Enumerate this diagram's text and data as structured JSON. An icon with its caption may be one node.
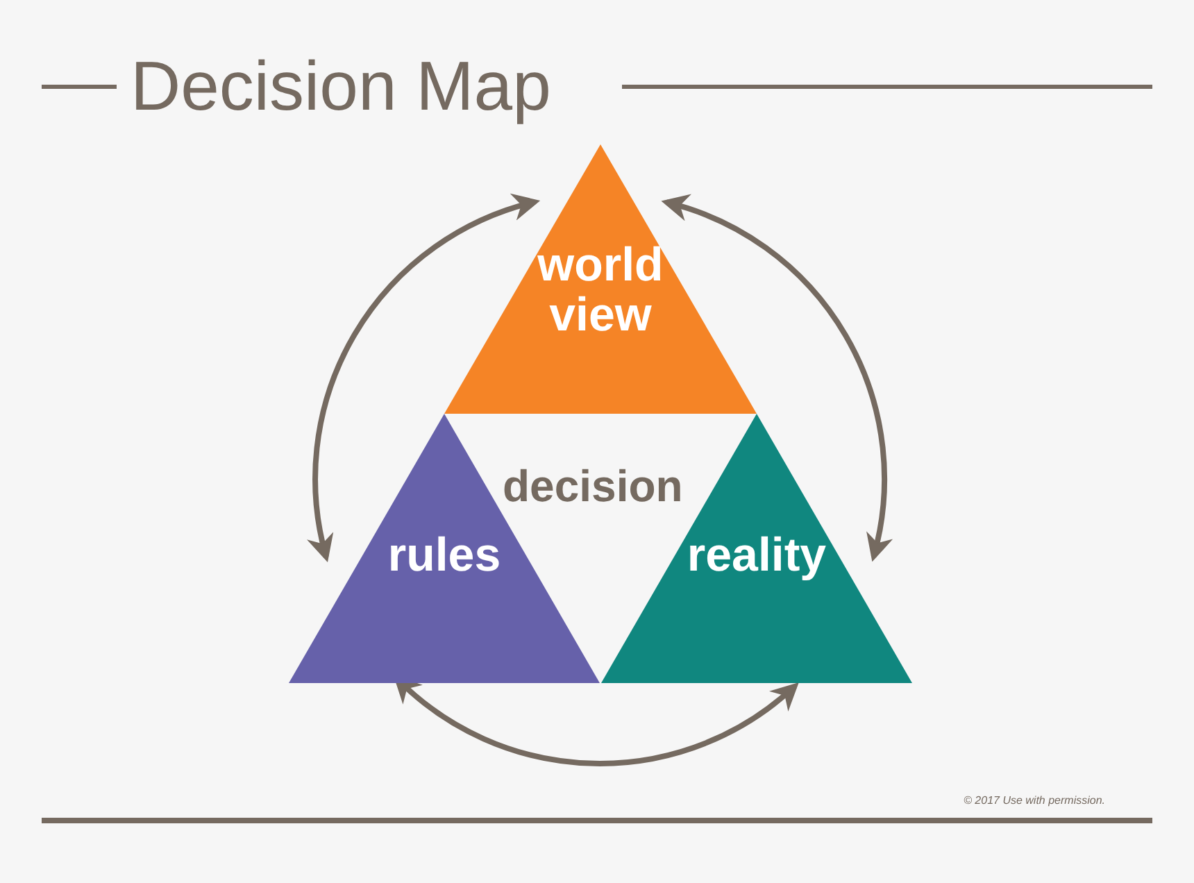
{
  "diagram": {
    "title": "Decision Map",
    "nodes": [
      {
        "text": [
          "world view"
        ]
      },
      {
        "text": [
          "rules"
        ]
      },
      {
        "text": [
          "reality"
        ]
      }
    ],
    "edges": [
      {
        "from": 0,
        "to": 1,
        "arrow": "both"
      },
      {
        "from": 0,
        "to": 2,
        "arrow": "both"
      },
      {
        "from": 1,
        "to": 2,
        "arrow": "both"
      }
    ],
    "labels": [
      "decision",
      "© 2017 Use with permission."
    ]
  }
}
